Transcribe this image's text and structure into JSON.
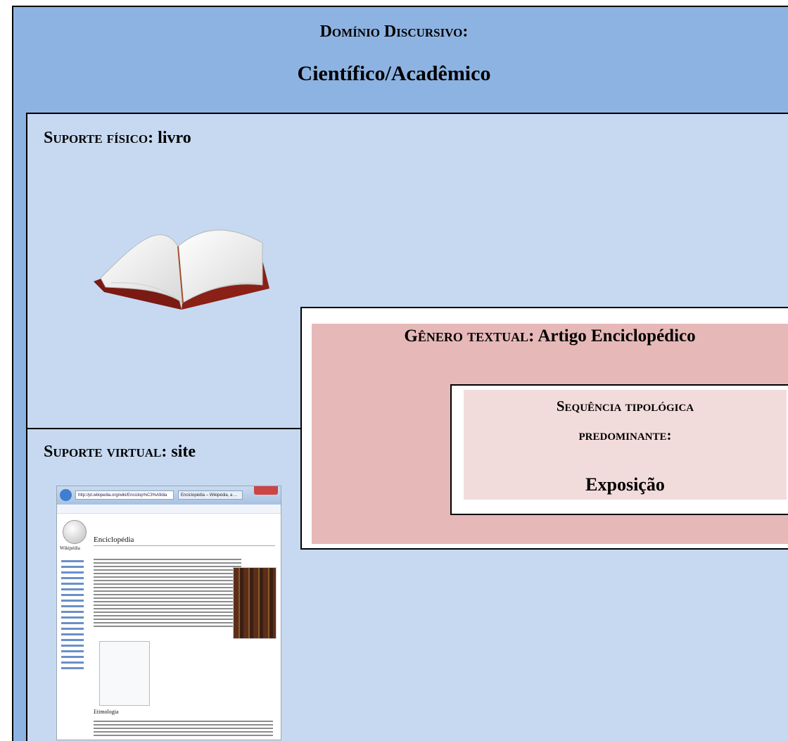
{
  "domain": {
    "label": "Domínio Discursivo:",
    "value": "Científico/Acadêmico"
  },
  "physical_support": {
    "label": "Suporte físico",
    "value": "livro"
  },
  "virtual_support": {
    "label": "Suporte virtual",
    "value": "site"
  },
  "genre": {
    "label": "Gênero textual",
    "value": "Artigo Enciclopédico"
  },
  "sequence": {
    "label_line1": "Sequência tipológica",
    "label_line2": "predominante:",
    "value": "Exposição"
  },
  "site_screenshot": {
    "page_title": "Enciclopédia",
    "section_title": "Etimologia",
    "logo_text": "Wikipédia",
    "tab_text": "Enciclopédia – Wikipédia, a ...",
    "address_text": "http://pt.wikipedia.org/wiki/Enciclop%C3%A9dia"
  },
  "colors": {
    "outer_fill": "#8db3e2",
    "inner_fill": "#c6d9f1",
    "genre_fill": "#e6b9b8",
    "sequence_fill": "#f2dcdb"
  }
}
